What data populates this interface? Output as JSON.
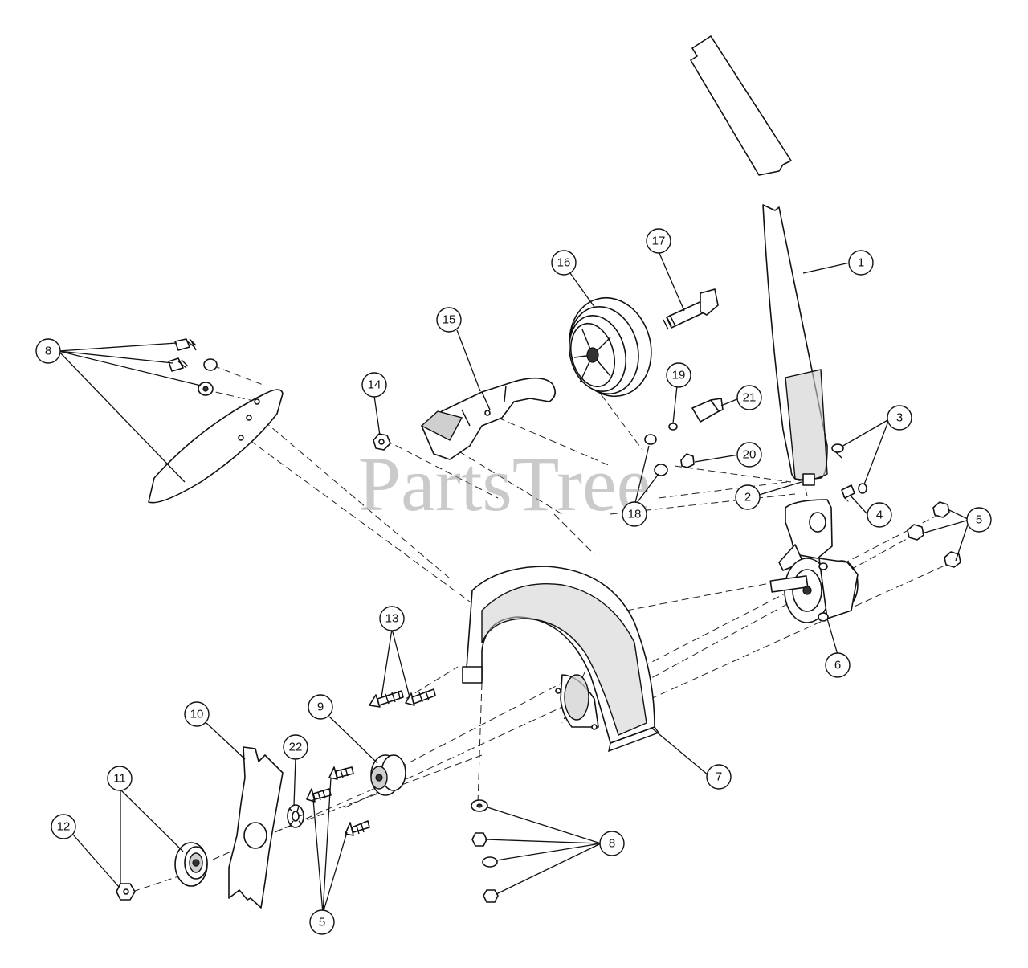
{
  "watermark": "PartsTree",
  "callouts": {
    "c1": "1",
    "c2": "2",
    "c3": "3",
    "c4": "4",
    "c5": "5",
    "c6": "6",
    "c7": "7",
    "c8": "8",
    "c9": "9",
    "c10": "10",
    "c11": "11",
    "c12": "12",
    "c13": "13",
    "c14": "14",
    "c15": "15",
    "c16": "16",
    "c17": "17",
    "c18": "18",
    "c19": "19",
    "c20": "20",
    "c21": "21",
    "c22": "22"
  },
  "colors": {
    "line": "#111111",
    "watermark": "#9e9e9e",
    "background": "#ffffff"
  }
}
